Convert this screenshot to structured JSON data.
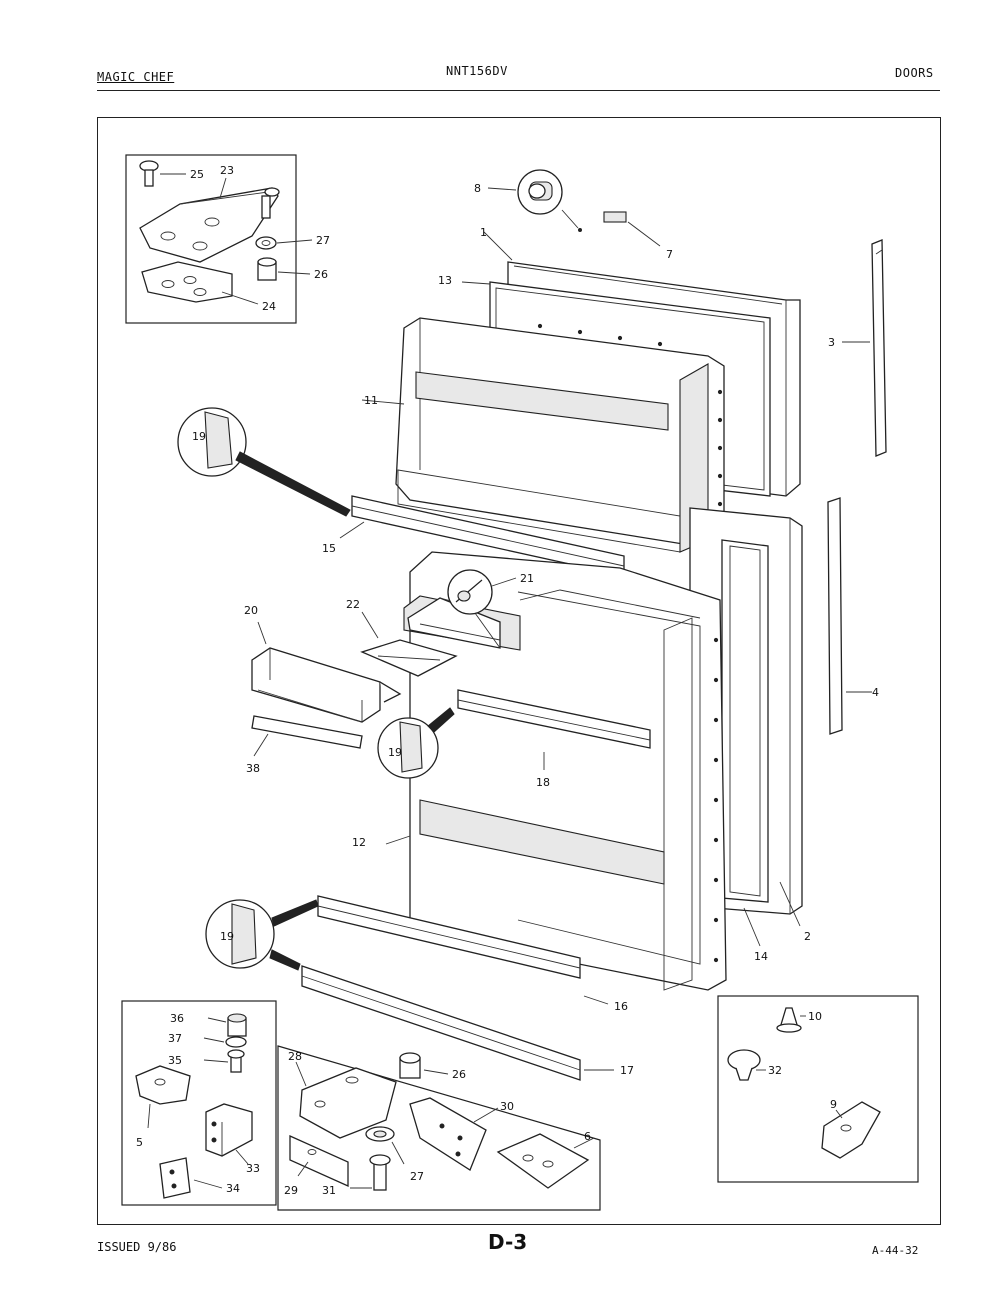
{
  "header": {
    "left": "MAGIC CHEF",
    "center": "NNT156DV",
    "right": "DOORS"
  },
  "footer": {
    "issued": "ISSUED 9/86",
    "page": "D-3",
    "code": "A-44-32"
  },
  "callouts": {
    "c1": "1",
    "c2": "2",
    "c3": "3",
    "c4": "4",
    "c5": "5",
    "c6": "6",
    "c7": "7",
    "c8": "8",
    "c9": "9",
    "c10": "10",
    "c11": "11",
    "c12": "12",
    "c13": "13",
    "c14": "14",
    "c15": "15",
    "c16": "16",
    "c17": "17",
    "c18": "18",
    "c19a": "19",
    "c19b": "19",
    "c19c": "19",
    "c20": "20",
    "c21": "21",
    "c22": "22",
    "c23": "23",
    "c24": "24",
    "c25": "25",
    "c26a": "26",
    "c26b": "26",
    "c27a": "27",
    "c27b": "27",
    "c28": "28",
    "c29": "29",
    "c30": "30",
    "c31": "31",
    "c32": "32",
    "c33": "33",
    "c34": "34",
    "c35": "35",
    "c36": "36",
    "c37": "37",
    "c38": "38"
  }
}
